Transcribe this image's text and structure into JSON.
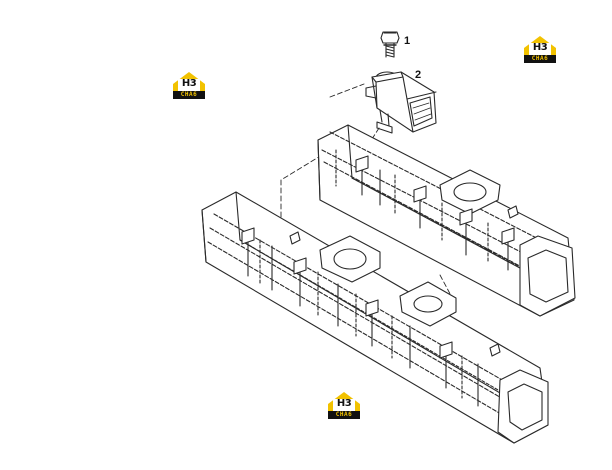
{
  "callouts": {
    "bolt": "1",
    "sensor": "2"
  },
  "watermark": {
    "mark": "H3",
    "caption": "CHA6"
  },
  "colors": {
    "line": "#2a2a2a",
    "logo_yellow": "#f2c200",
    "logo_dark": "#111111"
  }
}
